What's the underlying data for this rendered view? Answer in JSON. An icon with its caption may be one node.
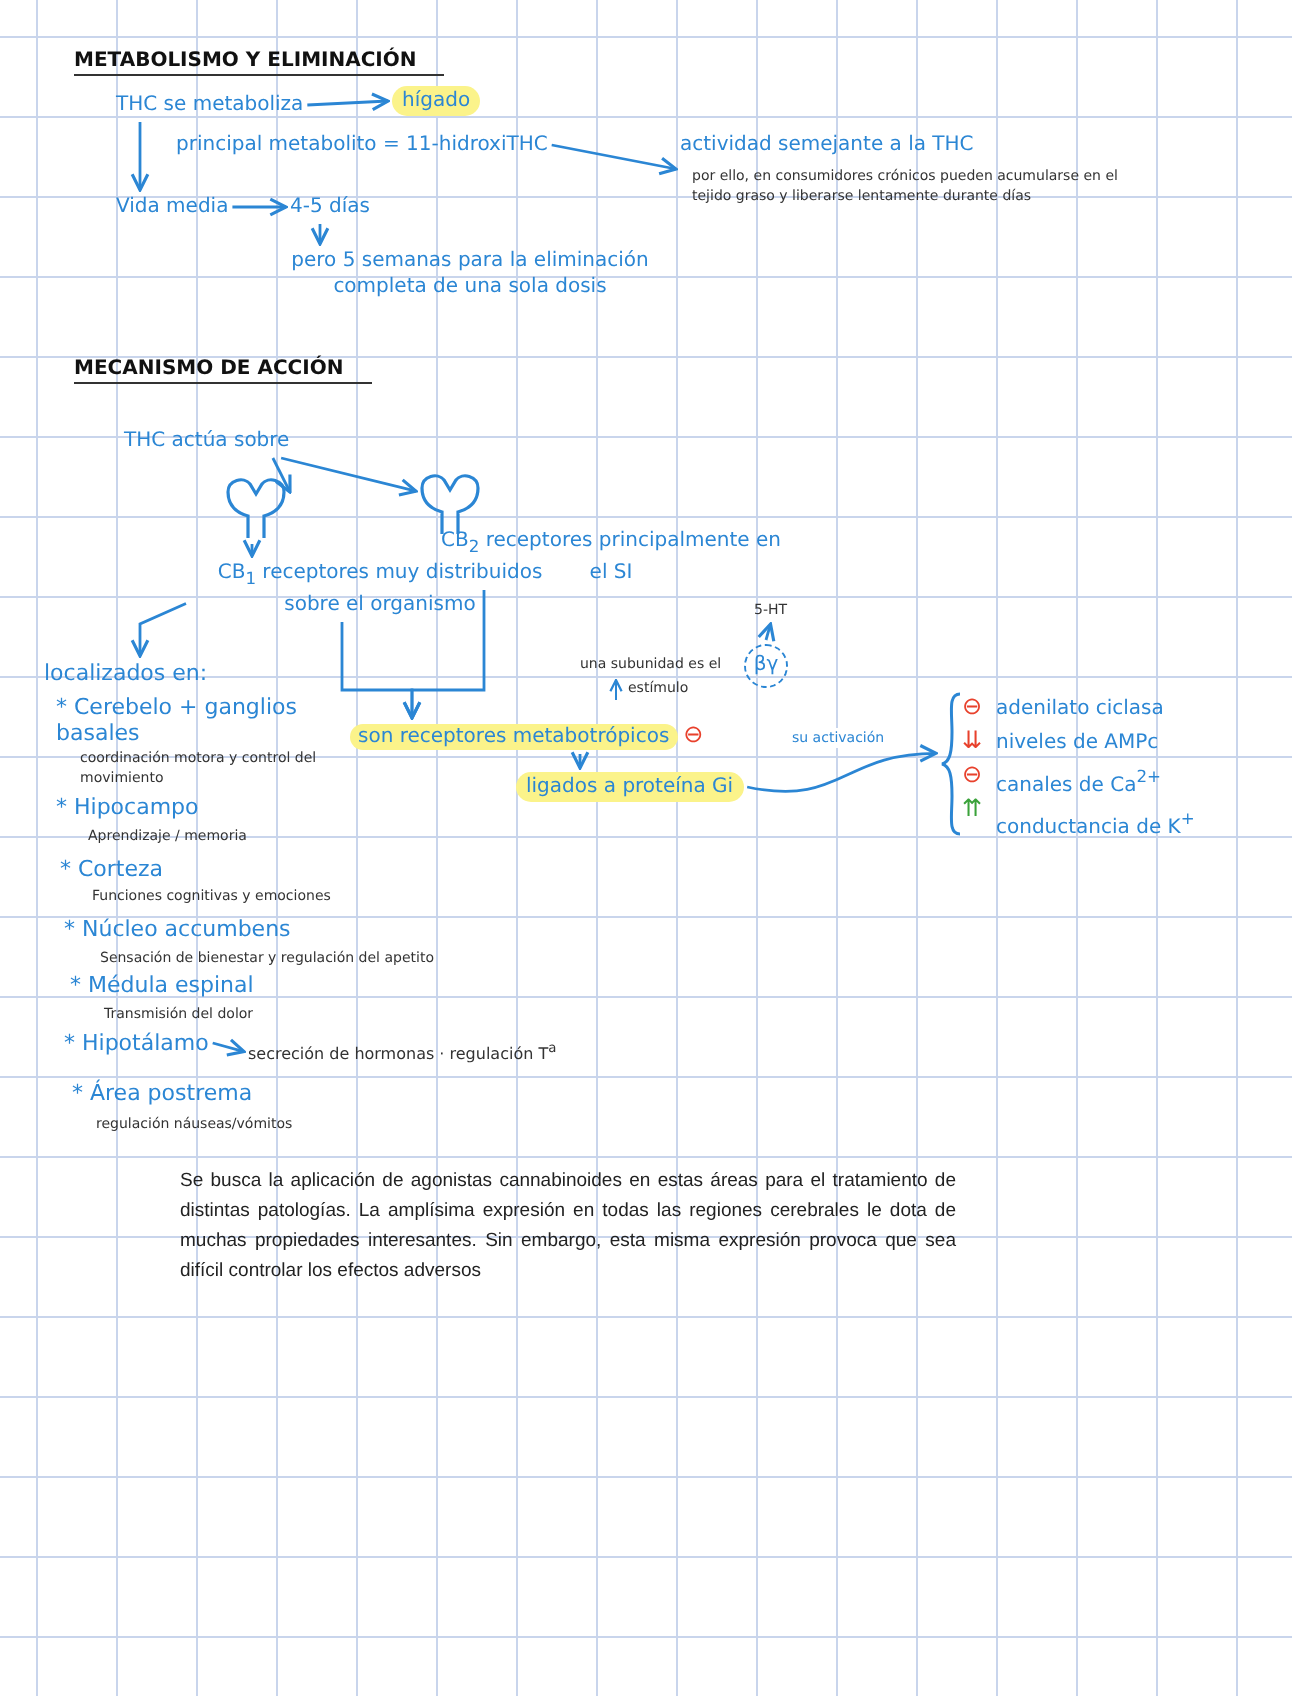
{
  "diagram": {
    "nodes": [
      {
        "text": [
          "THC se metaboliza"
        ]
      },
      {
        "text": [
          "hígado"
        ]
      },
      {
        "text": [
          "principal metabolito = 11-hidroxiTHC"
        ]
      },
      {
        "text": [
          "actividad semejante a la THC"
        ],
        "beside": [
          "por ello, en consumidores crónicos pueden acumularse en el tejido graso y liberarse lentamente durante días"
        ]
      },
      {
        "text": [
          "Vida media"
        ]
      },
      {
        "text": [
          "4-5 días"
        ]
      },
      {
        "text": [
          "pero 5 semanas para la eliminación completa de una sola dosis"
        ]
      },
      {
        "text": [
          "THC actúa sobre"
        ]
      },
      {
        "text": [],
        "shape": "receptor"
      },
      {
        "text": [],
        "shape": "receptor"
      },
      {
        "text": [
          "CB$_{1}$ receptores muy distribuidos sobre el organismo"
        ]
      },
      {
        "text": [
          "CB$_{2}$ receptores principalmente en el SI"
        ]
      },
      {
        "text": [
          "localizados en:"
        ]
      },
      {
        "text": [
          "5-HT"
        ]
      },
      {
        "text": [
          "βγ"
        ]
      },
      {
        "text": [
          "son receptores metabotrópicos",
          "⊖"
        ]
      },
      {
        "text": [
          "ligados a proteína Gi"
        ]
      },
      {
        "text": [
          "adenilato ciclasa",
          "niveles de AMPc",
          "canales de Ca$^{2+}$",
          "conductancia de K$^{+}$"
        ]
      },
      {
        "text": [
          "* Hipotálamo"
        ]
      },
      {
        "text": [
          "secreción de hormonas · regulación T$^{a}$"
        ]
      }
    ],
    "edges": [
      {
        "from": 0,
        "to": 1,
        "arrow": "to"
      },
      {
        "from": 2,
        "to": 3,
        "arrow": "to"
      },
      {
        "from": 0,
        "to": 4,
        "arrow": "to"
      },
      {
        "from": 4,
        "to": 5,
        "arrow": "to"
      },
      {
        "from": 5,
        "to": 6,
        "arrow": "to"
      },
      {
        "from": 7,
        "to": 8,
        "arrow": "to"
      },
      {
        "from": 7,
        "to": 9,
        "arrow": "to"
      },
      {
        "from": 8,
        "to": 10,
        "arrow": "to"
      },
      {
        "from": 10,
        "to": 12,
        "arrow": "to"
      },
      {
        "from": 10,
        "to": 15,
        "arrow": "to"
      },
      {
        "from": 11,
        "to": 15,
        "arrow": "to"
      },
      {
        "from": 14,
        "to": 13,
        "arrow": "to"
      },
      {
        "from": 15,
        "to": 16,
        "arrow": "to"
      },
      {
        "from": 16,
        "to": 17,
        "arrow": "to",
        "label": "su activación"
      },
      {
        "from": 18,
        "to": 19,
        "arrow": "to"
      }
    ],
    "labels": [
      "METABOLISMO Y ELIMINACIÓN",
      "MECANISMO DE ACCIÓN",
      "una subunidad es el",
      "estímulo",
      "⊖",
      "⇊",
      "⊖",
      "⇈",
      "* Cerebelo + ganglios basales",
      "coordinación motora y control del movimiento",
      "* Hipocampo",
      "Aprendizaje / memoria",
      "* Corteza",
      "Funciones cognitivas y emociones",
      "* Núcleo accumbens",
      "Sensación de bienestar y regulación del apetito",
      "* Médula espinal",
      "Transmisión del dolor",
      "* Área postrema",
      "regulación náuseas/vómitos",
      "Se busca la aplicación de agonistas cannabinoides en estas áreas para el tratamiento de distintas patologías. La amplísima expresión en todas las regiones cerebrales le dota de muchas propiedades interesantes. Sin embargo, esta misma expresión provoca que sea difícil controlar los efectos adversos"
    ]
  }
}
